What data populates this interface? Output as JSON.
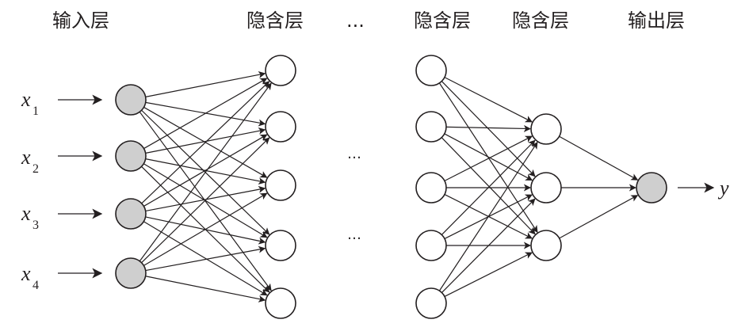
{
  "titles": {
    "input": "输入层",
    "hidden1": "隐含层",
    "gap": "...",
    "hidden2": "隐含层",
    "hidden3": "隐含层",
    "output": "输出层"
  },
  "inputs": [
    {
      "var": "x",
      "sub": "1"
    },
    {
      "var": "x",
      "sub": "2"
    },
    {
      "var": "x",
      "sub": "3"
    },
    {
      "var": "x",
      "sub": "4"
    }
  ],
  "output": {
    "var": "y"
  },
  "ellipsis": {
    "upper": "…",
    "lower": "…"
  },
  "colors": {
    "stroke": "#231f20",
    "filled_node": "#cfcfcf",
    "empty_node": "#ffffff"
  },
  "layers": {
    "input_count": 4,
    "hidden1_count": 5,
    "hidden2_count": 5,
    "hidden3_count": 3,
    "output_count": 1
  }
}
